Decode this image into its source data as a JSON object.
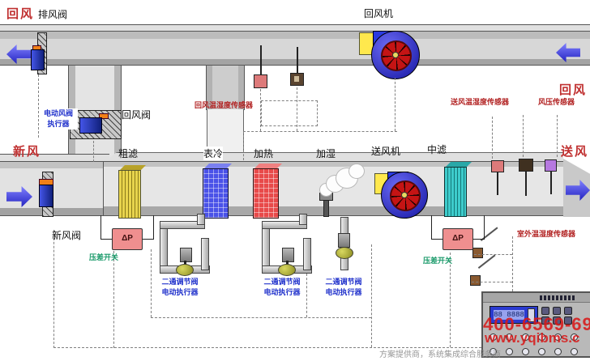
{
  "flow_labels": {
    "top_left": "回风",
    "top_right": "回风",
    "fresh": "新风",
    "supply": "送风"
  },
  "equipment_labels": {
    "exhaust_valve": "排风阀",
    "return_fan": "回风机",
    "return_valve": "回风阀",
    "fresh_valve": "新风阀"
  },
  "actuator_label": {
    "line1": "电动风阀",
    "line2": "执行器"
  },
  "sections": [
    "粗滤",
    "表冷",
    "加热",
    "加湿",
    "送风机",
    "中滤"
  ],
  "sensor_labels": {
    "return_th": "回风温湿度传感器",
    "supply_th": "送风温湿度传感器",
    "pressure": "风压传感器",
    "outdoor_th": "室外温湿度传感器"
  },
  "pressure_switch": {
    "symbol": "ΔP",
    "label": "压差开关"
  },
  "valve_group": {
    "line1": "二通调节阀",
    "line2": "电动执行器"
  },
  "controller": {
    "lcd_text": "88 8888",
    "phone": "400-6569-69",
    "website": "www.yqibms.c",
    "watermark": "方案提供商，系统集成综合服务商"
  },
  "colors": {
    "accent_red": "#c03030",
    "label_blue": "#2233cc",
    "label_green": "#1a9a6a",
    "duct_gray": "#c8c8c8",
    "fan_blue": "#2a2ad0",
    "impeller_red": "#c41414",
    "filter_yellow": "#e8d44d",
    "coil_blue": "#4a52e8",
    "coil_red": "#e84a4a",
    "filter_teal": "#3ecccc"
  }
}
